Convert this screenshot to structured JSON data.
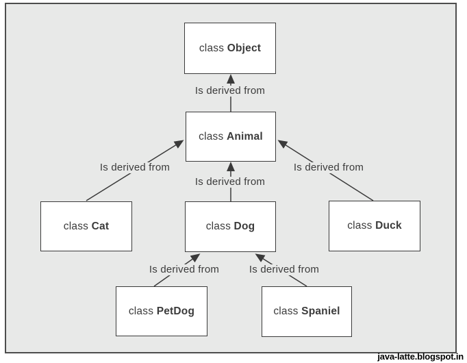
{
  "page": {
    "watermark": "java-latte.blogspot.in"
  },
  "colors": {
    "canvas_bg": "#ffffff",
    "panel_bg": "#e8e9e8",
    "panel_border": "#4d4d4d",
    "box_bg": "#ffffff",
    "box_border": "#3a3a3a",
    "line": "#3a3a3a",
    "text": "#3b3b3b"
  },
  "diagram": {
    "type": "class-inheritance-diagram",
    "boxes": [
      {
        "id": "object",
        "prefix": "class",
        "name": "Object"
      },
      {
        "id": "animal",
        "prefix": "class",
        "name": "Animal"
      },
      {
        "id": "cat",
        "prefix": "class",
        "name": "Cat"
      },
      {
        "id": "dog",
        "prefix": "class",
        "name": "Dog"
      },
      {
        "id": "duck",
        "prefix": "class",
        "name": "Duck"
      },
      {
        "id": "petdog",
        "prefix": "class",
        "name": "PetDog"
      },
      {
        "id": "spaniel",
        "prefix": "class",
        "name": "Spaniel"
      }
    ],
    "edges": [
      {
        "from": "Animal",
        "to": "Object",
        "label": "Is derived from"
      },
      {
        "from": "Cat",
        "to": "Animal",
        "label": "Is derived from"
      },
      {
        "from": "Dog",
        "to": "Animal",
        "label": "Is derived from"
      },
      {
        "from": "Duck",
        "to": "Animal",
        "label": "Is derived from"
      },
      {
        "from": "PetDog",
        "to": "Dog",
        "label": "Is derived from"
      },
      {
        "from": "Spaniel",
        "to": "Dog",
        "label": "Is derived from"
      }
    ]
  }
}
